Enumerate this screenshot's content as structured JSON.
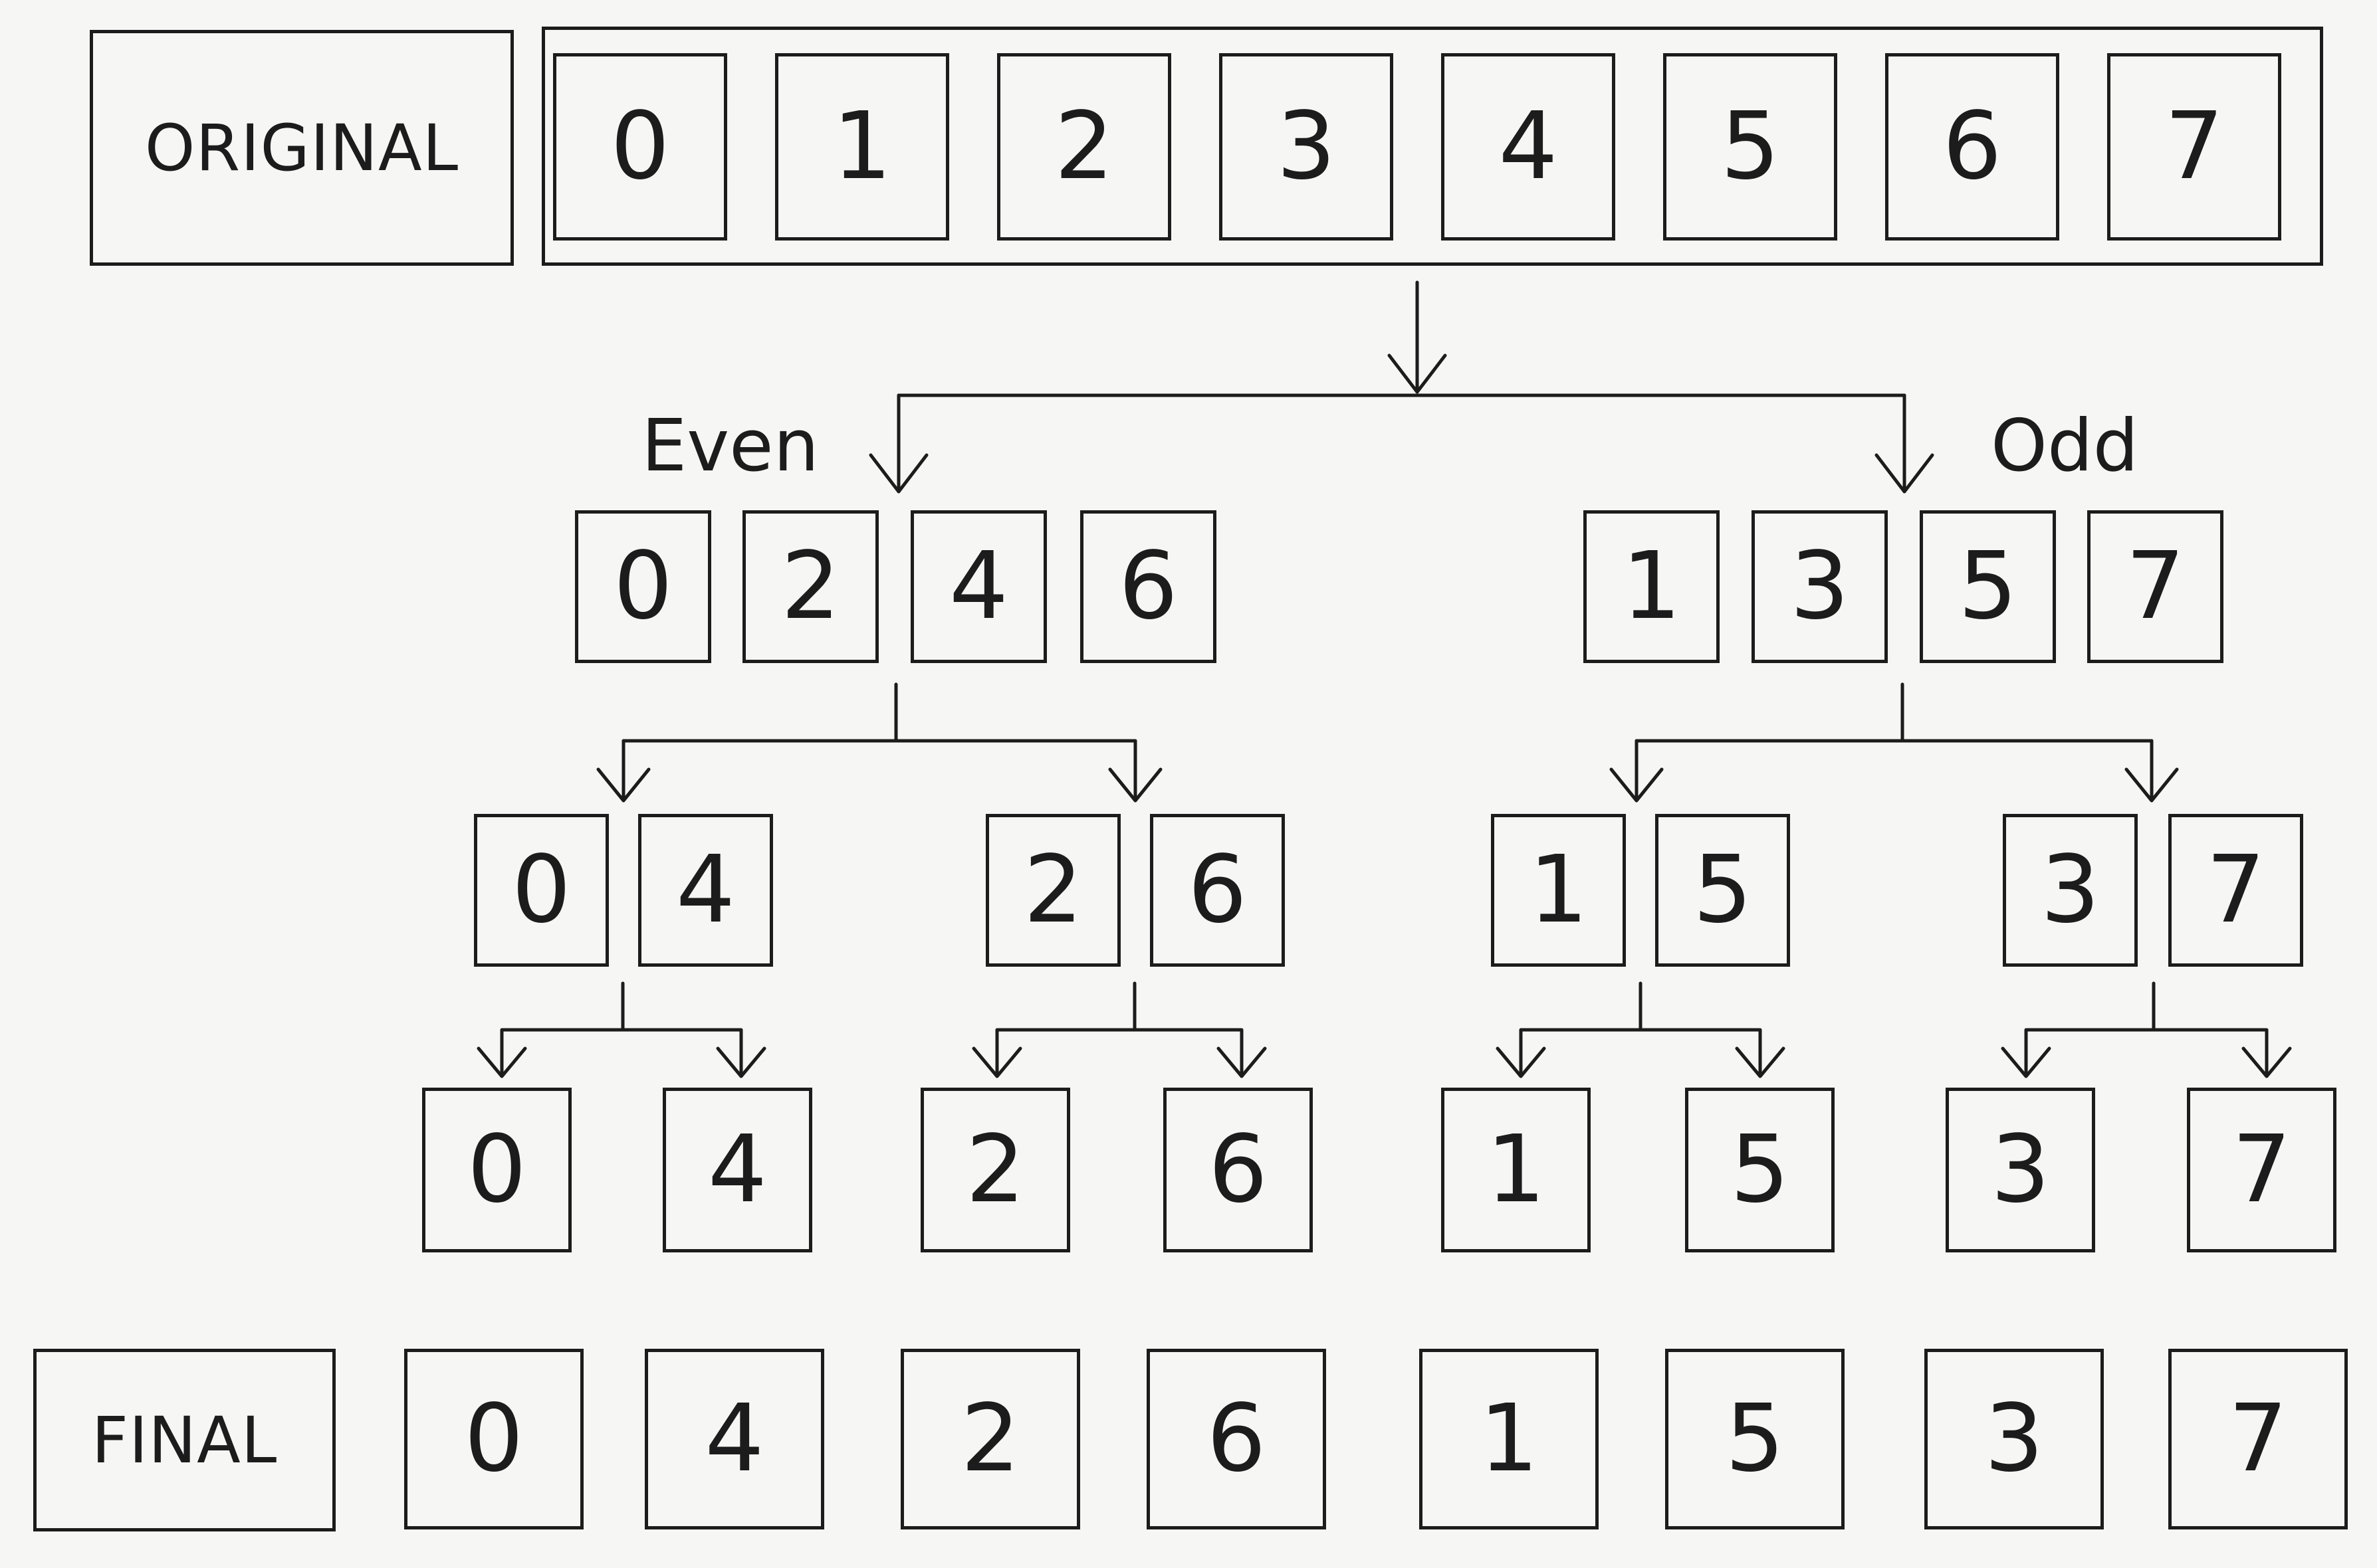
{
  "original": {
    "label": "ORIGINAL",
    "cells": [
      "0",
      "1",
      "2",
      "3",
      "4",
      "5",
      "6",
      "7"
    ]
  },
  "split": {
    "even_label": "Even",
    "odd_label": "Odd",
    "even_cells": [
      "0",
      "2",
      "4",
      "6"
    ],
    "odd_cells": [
      "1",
      "3",
      "5",
      "7"
    ]
  },
  "level2": [
    [
      "0",
      "4"
    ],
    [
      "2",
      "6"
    ],
    [
      "1",
      "5"
    ],
    [
      "3",
      "7"
    ]
  ],
  "level3": [
    "0",
    "4",
    "2",
    "6",
    "1",
    "5",
    "3",
    "7"
  ],
  "final": {
    "label": "FINAL",
    "cells": [
      "0",
      "4",
      "2",
      "6",
      "1",
      "5",
      "3",
      "7"
    ]
  },
  "colors": {
    "ink": "#1c1c1c",
    "paper": "#f6f6f4"
  }
}
